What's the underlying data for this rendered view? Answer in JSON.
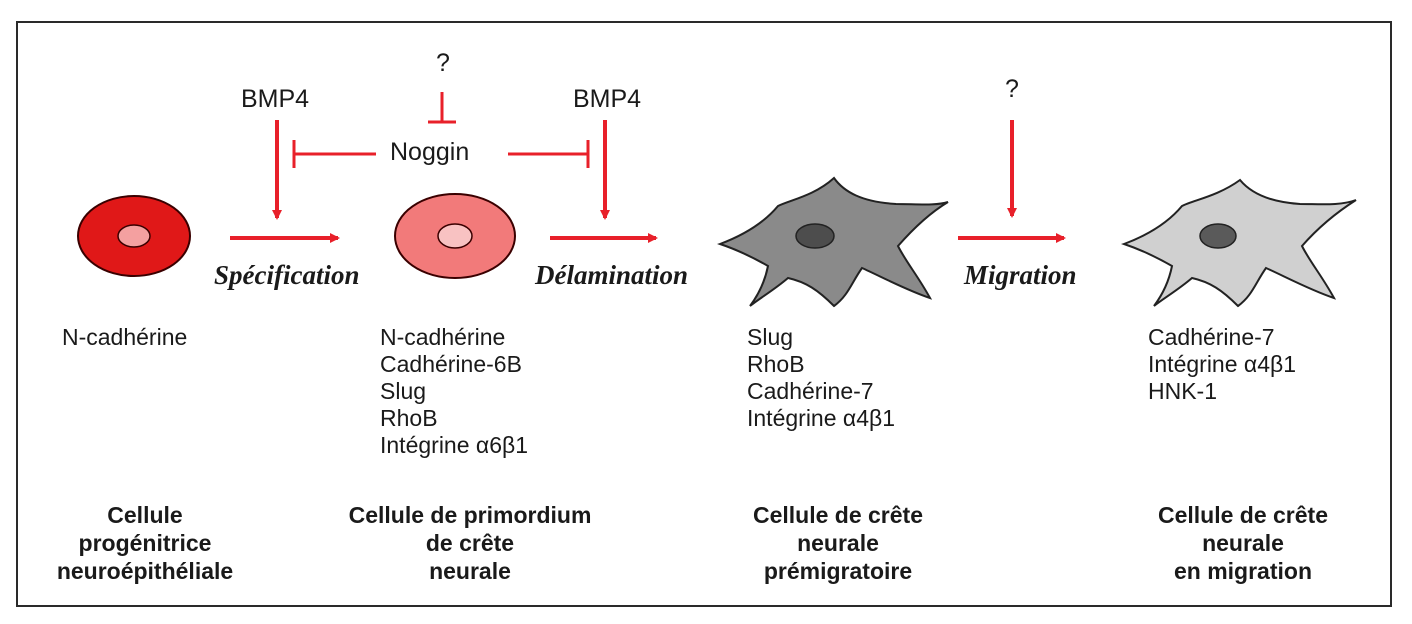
{
  "colors": {
    "red": "#e8202a",
    "dark_red": "#e01818",
    "pink": "#f27a7a",
    "cell_grey": "#8a8a8a",
    "light_grey": "#d0d0d0"
  },
  "signals": {
    "bmp4_left": "BMP4",
    "bmp4_right": "BMP4",
    "noggin": "Noggin",
    "q_noggin": "?",
    "q_migration": "?"
  },
  "steps": {
    "specification": "Spécification",
    "delamination": "Délamination",
    "migration": "Migration"
  },
  "stages": [
    {
      "markers": [
        "N-cadhérine"
      ],
      "caption": [
        "Cellule",
        "progénitrice",
        "neuroépithéliale"
      ]
    },
    {
      "markers": [
        "N-cadhérine",
        "Cadhérine-6B",
        "Slug",
        "RhoB",
        "Intégrine α6β1"
      ],
      "caption": [
        "Cellule de primordium",
        "de crête",
        "neurale"
      ]
    },
    {
      "markers": [
        "Slug",
        "RhoB",
        "Cadhérine-7",
        "Intégrine α4β1"
      ],
      "caption": [
        "Cellule de crête",
        "neurale",
        "prémigratoire"
      ]
    },
    {
      "markers": [
        "Cadhérine-7",
        "Intégrine α4β1",
        "HNK-1"
      ],
      "caption": [
        "Cellule de crête",
        "neurale",
        "en migration"
      ]
    }
  ]
}
